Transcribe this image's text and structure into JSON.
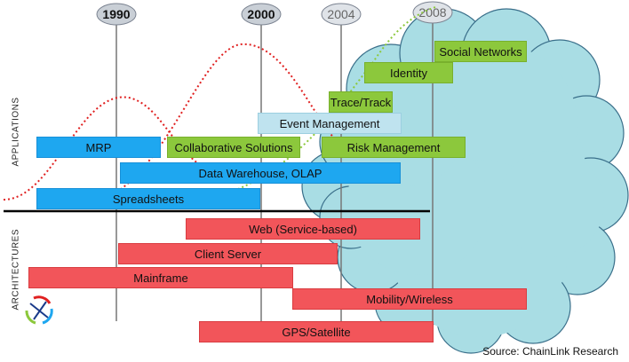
{
  "years": [
    "1990",
    "2000",
    "2004",
    "2008"
  ],
  "section_labels": {
    "applications": "APPLICATIONS",
    "architectures": "ARCHITECTURES"
  },
  "applications": [
    "Social Networks",
    "Identity",
    "Trace/Track",
    "Event Management",
    "MRP",
    "Collaborative Solutions",
    "Risk Management",
    "Data Warehouse, OLAP",
    "Spreadsheets"
  ],
  "architectures": [
    "Web (Service-based)",
    "Client Server",
    "Mainframe",
    "Mobility/Wireless",
    "GPS/Satellite"
  ],
  "source": "Source: ChainLink Research",
  "colors": {
    "blue": "#1ea7f0",
    "green": "#8cc83c",
    "pale_blue": "#bfe3ef",
    "red": "#f2555a",
    "cloud": "#a9dde4",
    "curve_red": "#e02020",
    "curve_green": "#8cc83c"
  },
  "icons": {
    "logo": "chainlink-logo-icon",
    "cloud": "cloud-shape"
  }
}
